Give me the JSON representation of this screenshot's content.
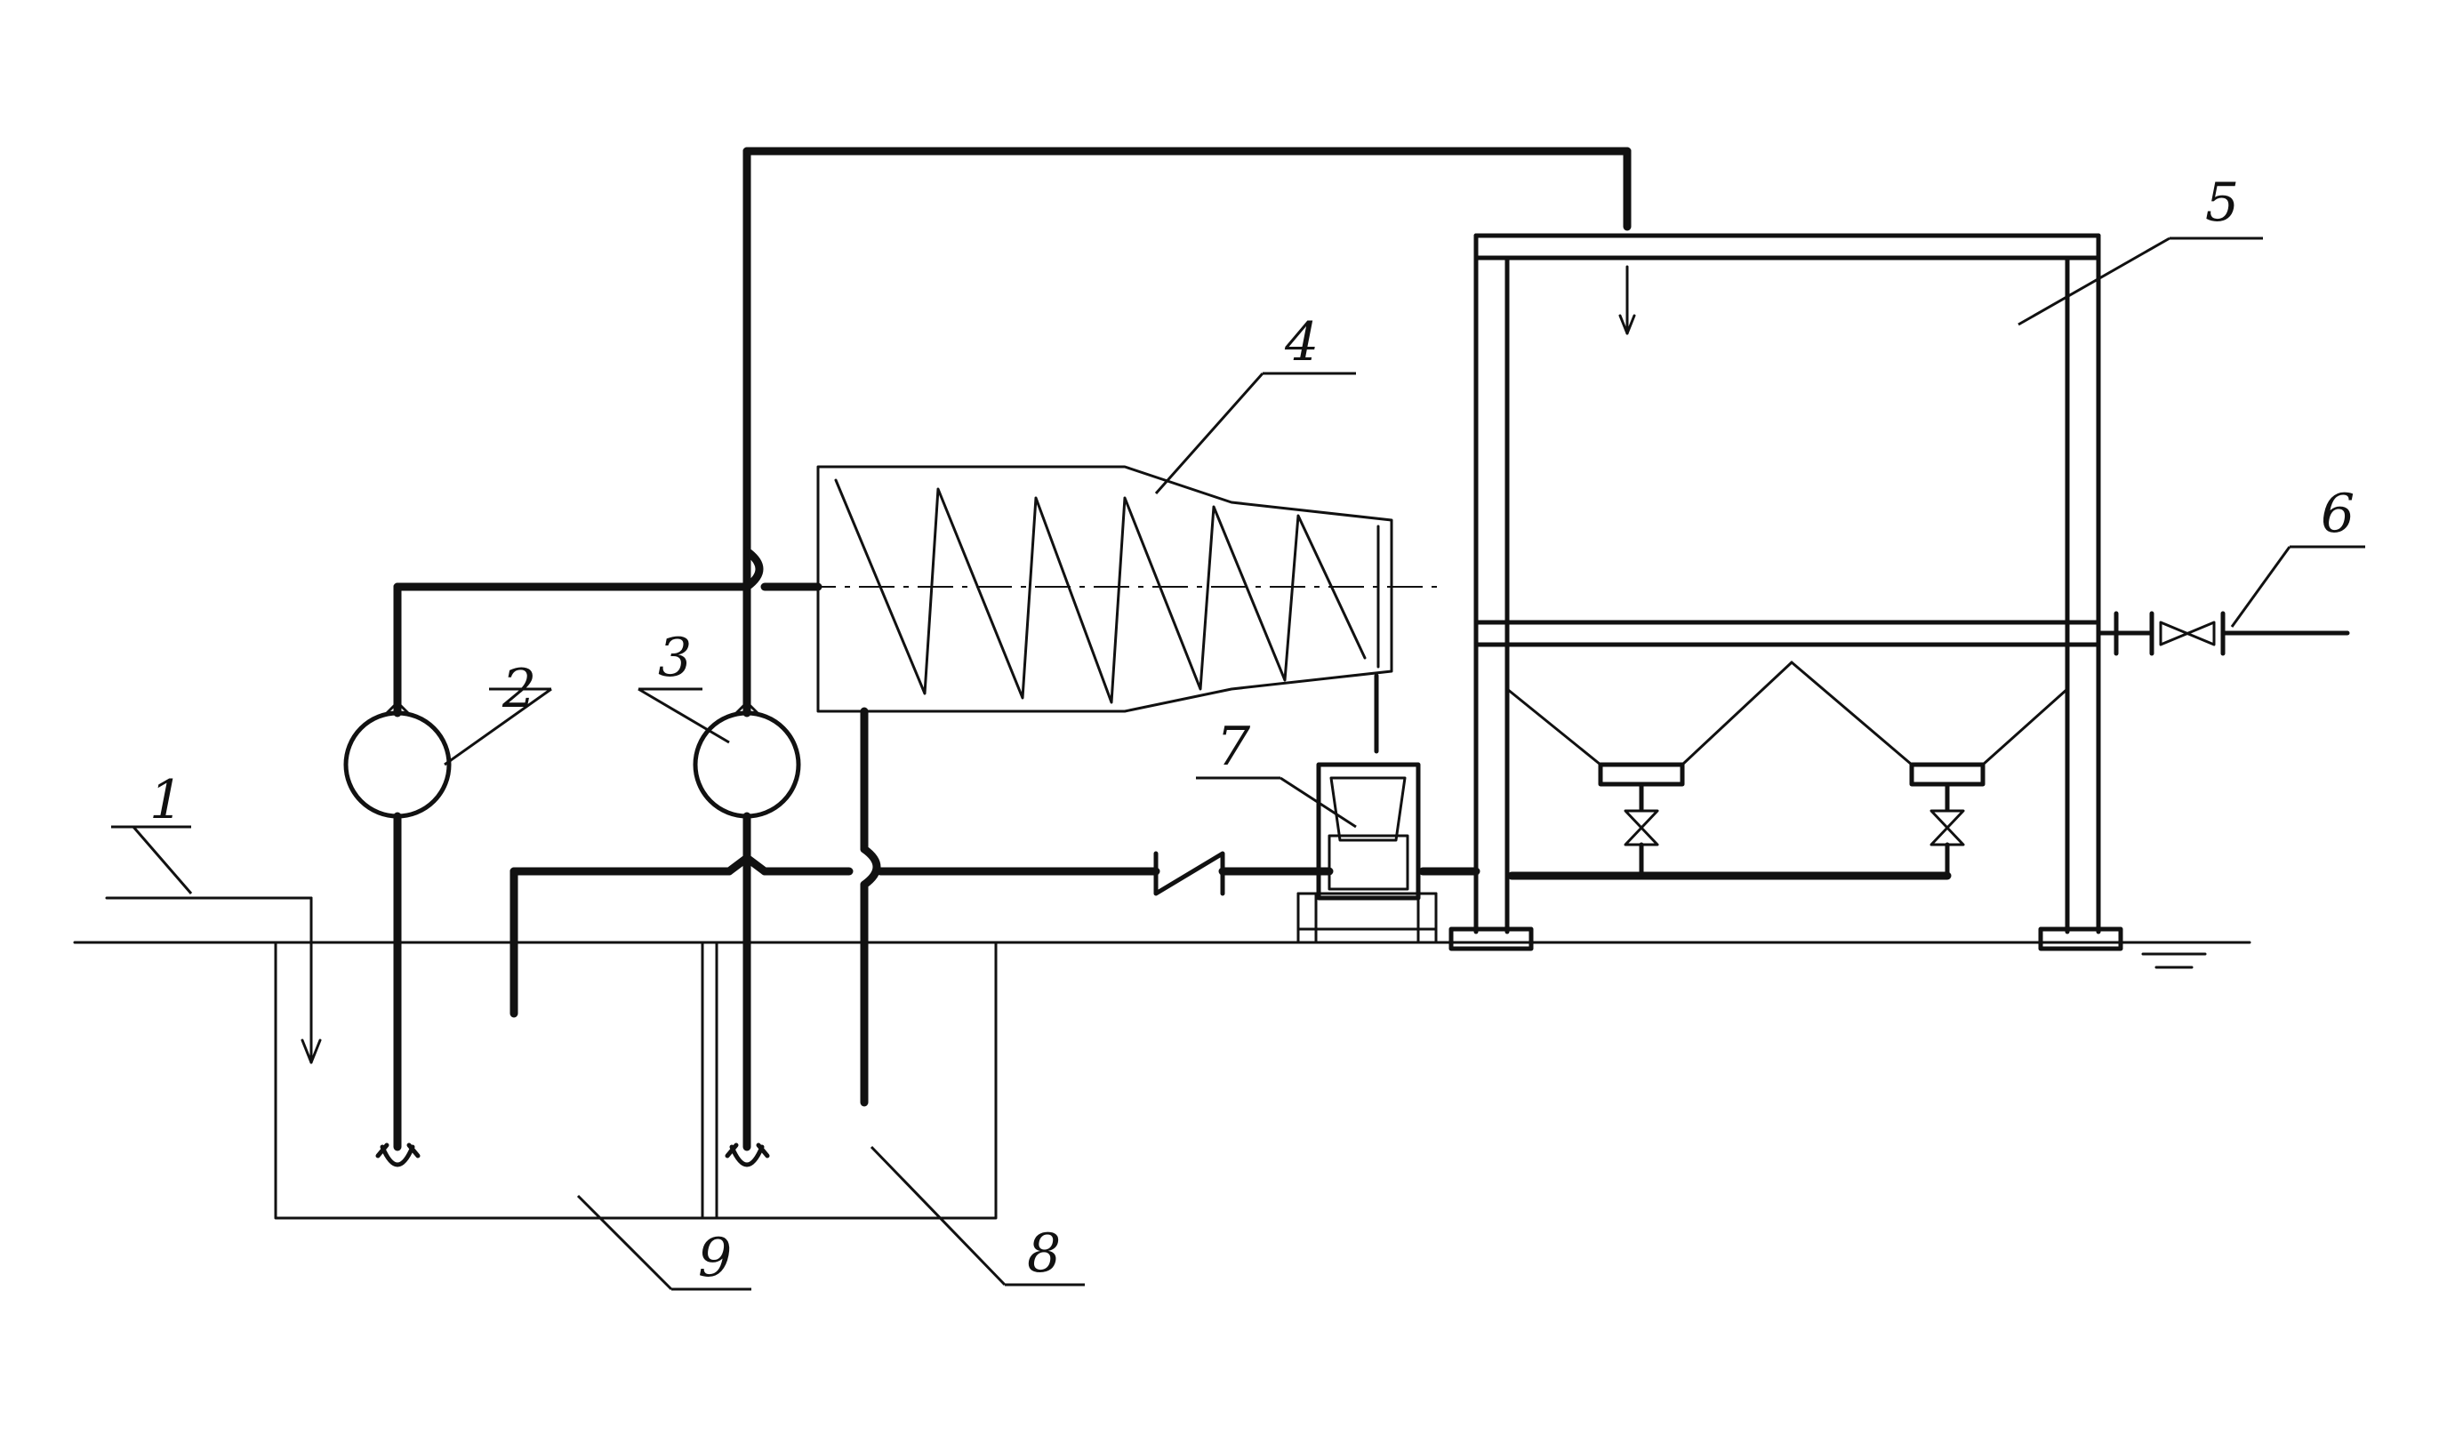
{
  "labels": {
    "n1": "1",
    "n2": "2",
    "n3": "3",
    "n4": "4",
    "n5": "5",
    "n6": "6",
    "n7": "7",
    "n8": "8",
    "n9": "9"
  },
  "colors": {
    "line": "#111111",
    "background": "#ffffff"
  }
}
